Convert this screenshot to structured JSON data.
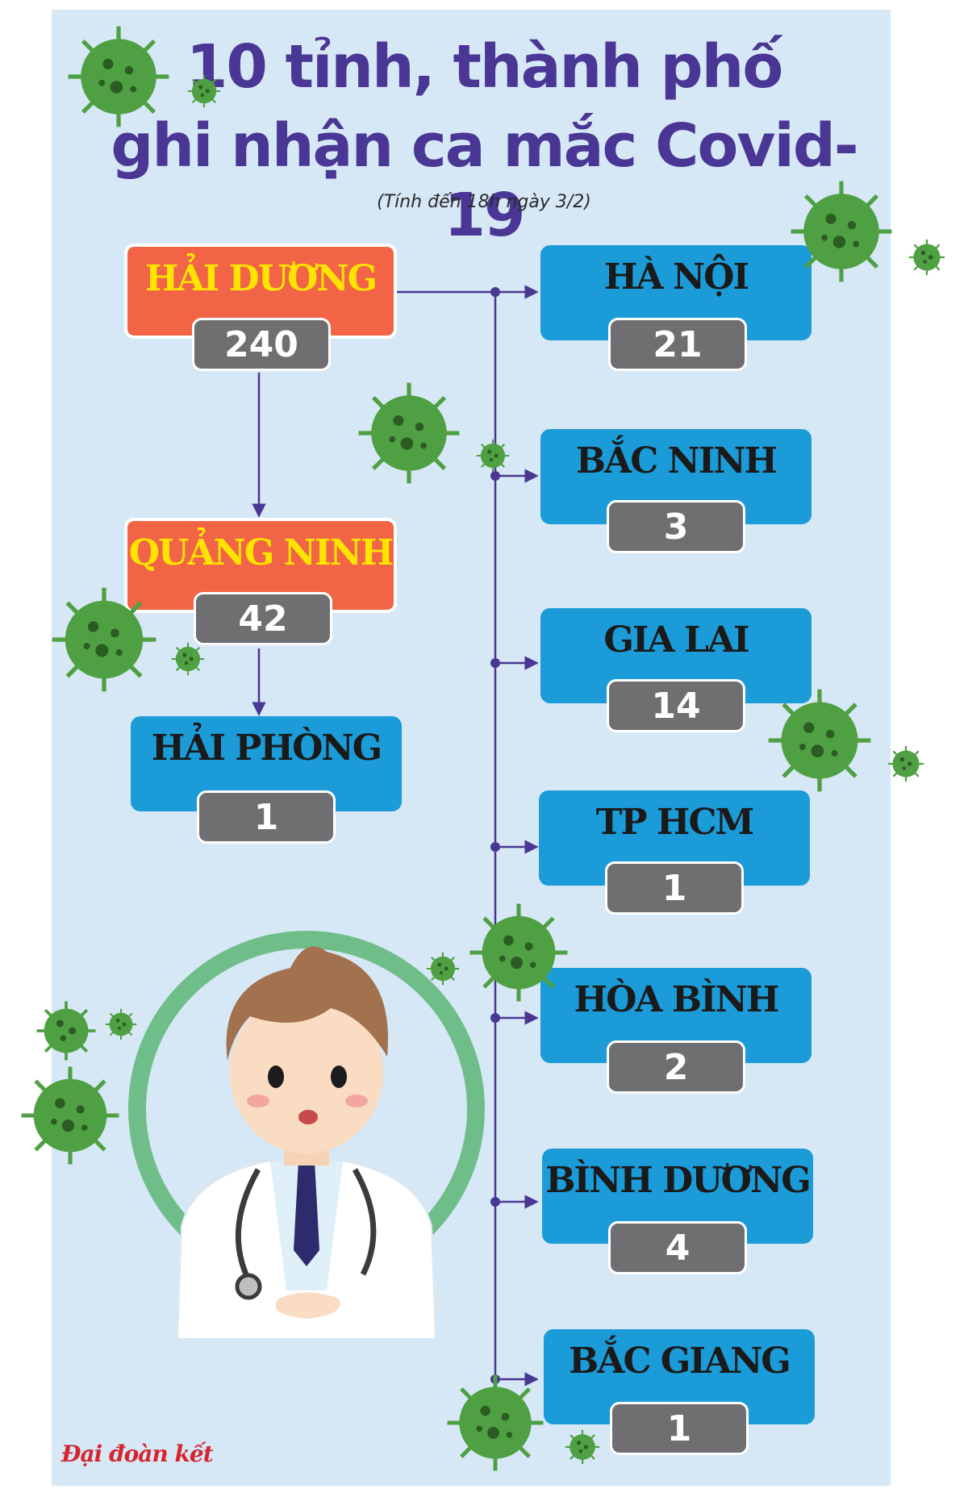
{
  "header": {
    "title_line1": "10 tỉnh, thành phố",
    "title_line2": "ghi nhận ca mắc Covid-19",
    "subtitle": "(Tính đến 18h ngày 3/2)"
  },
  "left_chain": [
    {
      "name": "HẢI DƯƠNG",
      "count": "240",
      "color": "#f26446"
    },
    {
      "name": "QUẢNG NINH",
      "count": "42",
      "color": "#f26446"
    },
    {
      "name": "HẢI PHÒNG",
      "count": "1",
      "color": "#1b9cd8"
    }
  ],
  "right_list": [
    {
      "name": "HÀ NỘI",
      "count": "21"
    },
    {
      "name": "BẮC NINH",
      "count": "3"
    },
    {
      "name": "GIA LAI",
      "count": "14"
    },
    {
      "name": "TP HCM",
      "count": "1"
    },
    {
      "name": "HÒA BÌNH",
      "count": "2"
    },
    {
      "name": "BÌNH DƯƠNG",
      "count": "4"
    },
    {
      "name": "BẮC GIANG",
      "count": "1"
    }
  ],
  "colors": {
    "background": "#d6e7f5",
    "title": "#4a3694",
    "red_box": "#f26446",
    "blue_box": "#1b9cd8",
    "count_box": "#6f6f71",
    "connector": "#4a3694",
    "virus": "#4fa043"
  },
  "icons": [
    "virus-icon",
    "doctor-illustration",
    "logo"
  ],
  "branding": {
    "logo": "Đại đoàn kết"
  }
}
